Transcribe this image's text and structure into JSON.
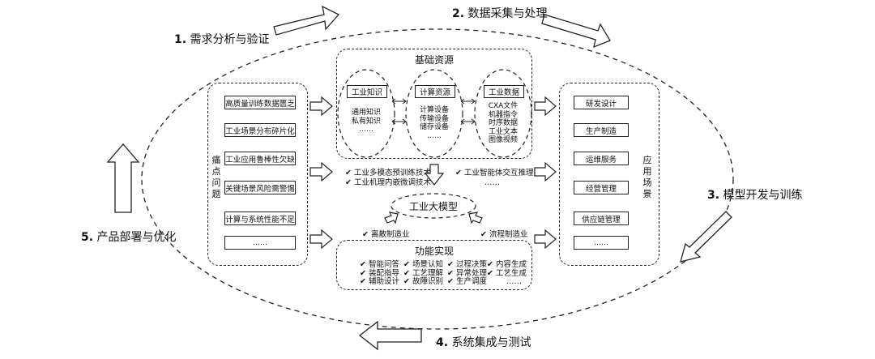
{
  "steps": [
    {
      "num": "1.",
      "label": "需求分析与验证"
    },
    {
      "num": "2.",
      "label": "数据采集与处理"
    },
    {
      "num": "3.",
      "label": "模型开发与训练"
    },
    {
      "num": "4.",
      "label": "系统集成与测试"
    },
    {
      "num": "5.",
      "label": "产品部署与优化"
    }
  ],
  "pain_points": {
    "title": "痛点问题",
    "items": [
      "高质量训练数据匮乏",
      "工业场景分布碎片化",
      "工业应用鲁棒性欠缺",
      "关键场景风险需警惕",
      "计算与系统性能不足",
      "……"
    ]
  },
  "foundation": {
    "title": "基础资源",
    "columns": [
      {
        "header": "工业知识",
        "lines": [
          "通用知识",
          "私有知识",
          "……"
        ]
      },
      {
        "header": "计算资源",
        "lines": [
          "计算设备",
          "传输设备",
          "储存设备",
          "……"
        ]
      },
      {
        "header": "工业数据",
        "lines": [
          "CXA文件",
          "机器指令",
          "时序数据",
          "工业文本",
          "图像视频"
        ]
      }
    ]
  },
  "techniques": {
    "left": [
      "✔ 工业多模态预训练技术",
      "✔ 工业机理内嵌微调技术"
    ],
    "right": [
      "✔ 工业智能体交互推理技术",
      "……"
    ]
  },
  "core_model": "工业大模型",
  "branches": {
    "left": "✔ 离散制造业",
    "right": "✔ 流程制造业"
  },
  "functions": {
    "title": "功能实现",
    "columns": [
      [
        "✔ 智能问答",
        "✔ 装配指导",
        "✔ 辅助设计"
      ],
      [
        "✔ 场景认知",
        "✔ 工艺理解",
        "✔ 故障识别"
      ],
      [
        "✔ 过程决策",
        "✔ 异常处理",
        "✔ 生产调度"
      ],
      [
        "✔ 内容生成",
        "✔ 工艺生成",
        "……"
      ]
    ]
  },
  "applications": {
    "title": "应用场景",
    "items": [
      "研发设计",
      "生产制造",
      "运维服务",
      "经营管理",
      "供应链管理",
      "……"
    ]
  }
}
